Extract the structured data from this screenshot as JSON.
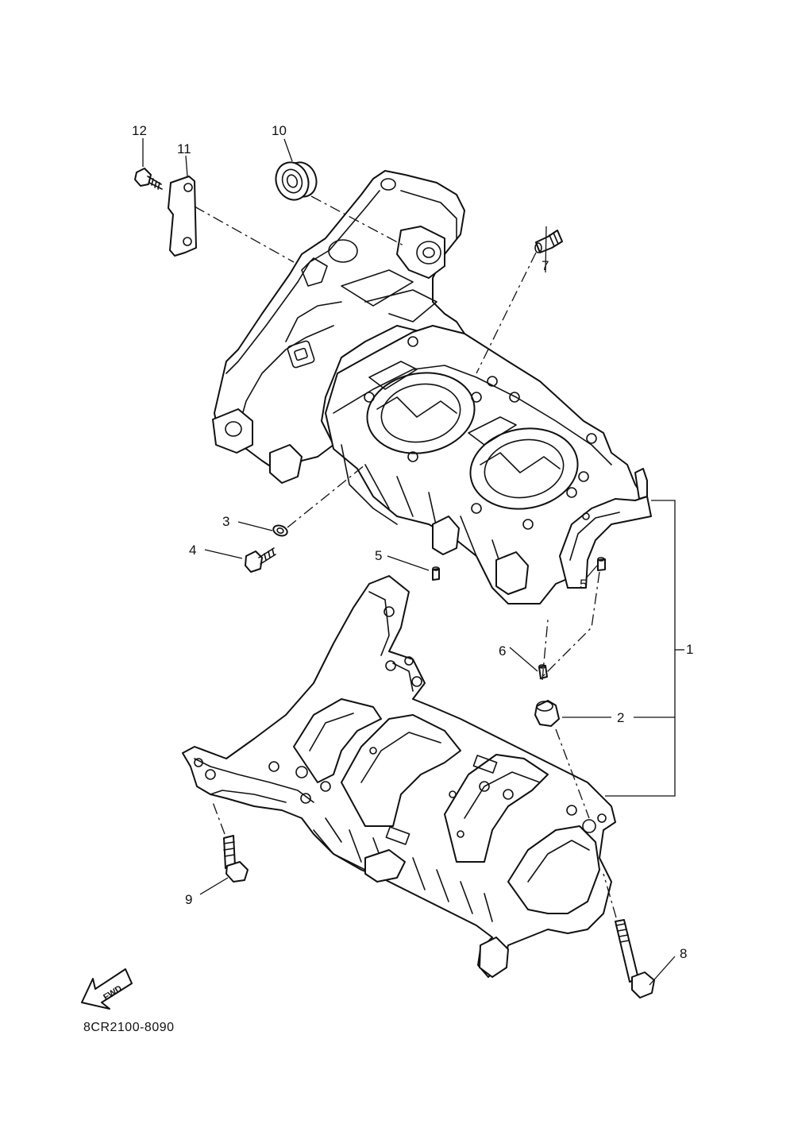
{
  "diagram": {
    "callouts": [
      "1",
      "2",
      "3",
      "4",
      "5",
      "5",
      "6",
      "7",
      "8",
      "9",
      "10",
      "11",
      "12"
    ],
    "direction_label": "FWD",
    "drawing_code": "8CR2100-8090"
  }
}
